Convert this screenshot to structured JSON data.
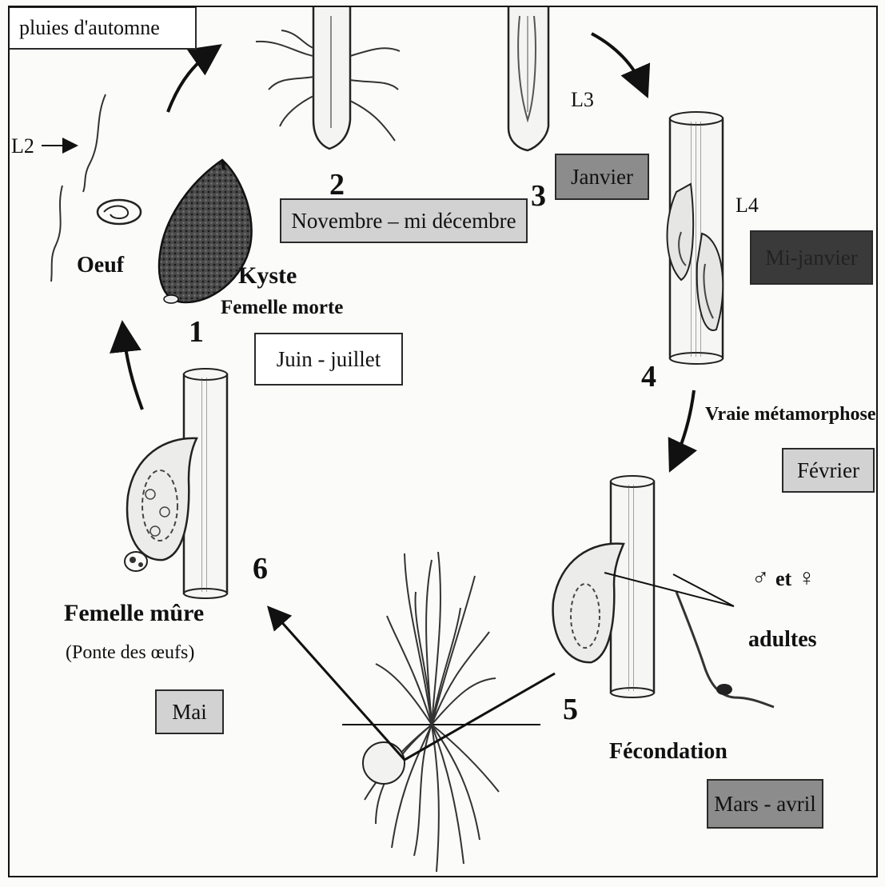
{
  "labels": {
    "pluies_automne": "pluies d'automne",
    "l2": "L2",
    "l3": "L3",
    "l4": "L4",
    "oeuf": "Oeuf",
    "kyste": "Kyste",
    "femelle_morte": "Femelle morte",
    "stage_1": "1",
    "stage_2": "2",
    "stage_3": "3",
    "stage_4": "4",
    "stage_5": "5",
    "stage_6": "6",
    "vraie_metamorphose": "Vraie métamorphose",
    "et": "et",
    "adultes": "adultes",
    "fecondation": "Fécondation",
    "femelle_mure": "Femelle mûre",
    "ponte": "(Ponte des œufs)"
  },
  "boxes": {
    "novembre": "Novembre – mi décembre",
    "janvier": "Janvier",
    "mi_janvier": "Mi-janvier",
    "juin_juillet": "Juin - juillet",
    "fevrier": "Février",
    "mars_avril": "Mars - avril",
    "mai": "Mai"
  },
  "symbols": {
    "male": "♂",
    "female": "♀"
  },
  "colors": {
    "box_white": "#ffffff",
    "box_light": "#d2d2d2",
    "box_mid": "#8c8c8c",
    "box_dark": "#3a3a3a",
    "ink": "#111111"
  }
}
